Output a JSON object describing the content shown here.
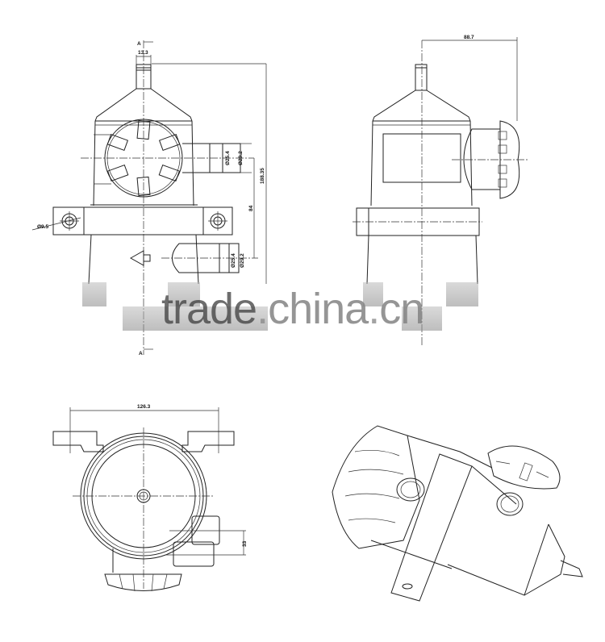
{
  "drawing": {
    "views": [
      {
        "name": "front-view",
        "section_marker": "A"
      },
      {
        "name": "side-view"
      },
      {
        "name": "top-view"
      },
      {
        "name": "isometric-view"
      }
    ],
    "dimensions": {
      "top_nipple_width": "13.3",
      "upper_port_inner": "Ø25.4",
      "upper_port_outer": "Ø29.2",
      "lower_port_inner": "Ø25.4",
      "lower_port_outer": "Ø29.2",
      "port_spacing": "84",
      "overall_height": "188.35",
      "mount_hole": "Ø9.5",
      "side_offset": "88.7",
      "flange_width": "126.3",
      "port_offset_top": "33"
    },
    "section_label_top": "A",
    "section_label_bottom": "A",
    "flow_arrow": "arrow-left"
  },
  "watermark": {
    "part1": "trade",
    "dot1": ".",
    "part2": "china",
    "dot2": ".",
    "part3": "cn"
  }
}
